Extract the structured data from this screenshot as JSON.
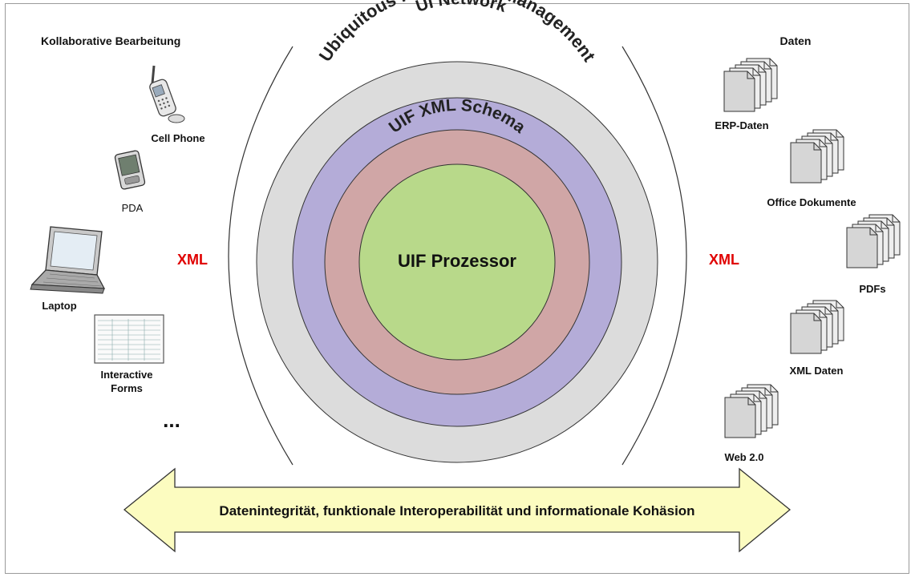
{
  "left_panel": {
    "title": "Kollaborative Bearbeitung",
    "devices": [
      {
        "label": "Cell Phone",
        "icon": "cell-phone-icon"
      },
      {
        "label": "PDA",
        "icon": "pda-icon"
      },
      {
        "label": "Laptop",
        "icon": "laptop-icon"
      },
      {
        "label_line1": "Interactive",
        "label_line2": "Forms",
        "icon": "form-document-icon"
      }
    ],
    "more": "..."
  },
  "right_panel": {
    "title": "Daten",
    "sources": [
      {
        "label": "ERP-Daten",
        "icon": "document-stack-icon"
      },
      {
        "label": "Office Dokumente",
        "icon": "document-stack-icon"
      },
      {
        "label": "PDFs",
        "icon": "document-stack-icon"
      },
      {
        "label": "XML Daten",
        "icon": "document-stack-icon"
      },
      {
        "label": "Web 2.0",
        "icon": "document-stack-icon"
      }
    ]
  },
  "xml_left": "XML",
  "xml_right": "XML",
  "rings": {
    "outer": "Ubiquitous Information Management",
    "second": "UI Network",
    "third": "UIF XML Schema",
    "core": "UIF Prozessor"
  },
  "arrow_text": "Datenintegrität, funktionale Interoperabilität und informationale Kohäsion",
  "colors": {
    "ring_outer": "#dcdcdc",
    "ring_second": "#b4acd8",
    "ring_third": "#d0a6a6",
    "core": "#b8d98a",
    "arrow": "#fcfcc0",
    "xml_red": "#e00000"
  }
}
